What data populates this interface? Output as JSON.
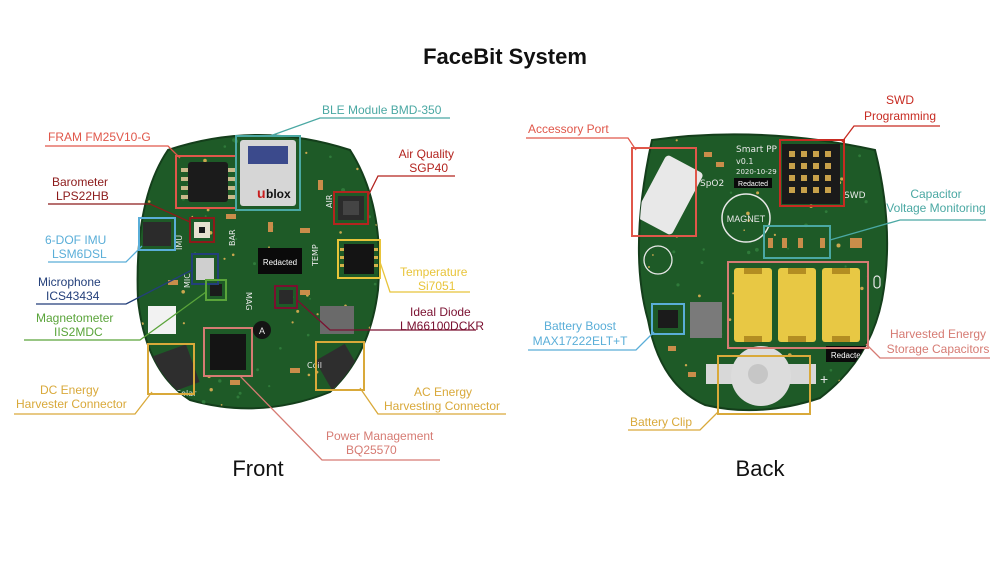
{
  "title": "FaceBit System",
  "front_label": "Front",
  "back_label": "Back",
  "front_callouts": {
    "fram": [
      "FRAM FM25V10-G"
    ],
    "ble": [
      "BLE Module BMD-350"
    ],
    "air": [
      "Air Quality",
      "SGP40"
    ],
    "baro": [
      "Barometer",
      "LPS22HB"
    ],
    "imu": [
      "6-DOF IMU",
      "LSM6DSL"
    ],
    "temp": [
      "Temperature",
      "Si7051"
    ],
    "mic": [
      "Microphone",
      "ICS43434"
    ],
    "diode": [
      "Ideal Diode",
      "LM66100DCKR"
    ],
    "mag": [
      "Magnetometer",
      "IIS2MDC"
    ],
    "dc": [
      "DC Energy",
      "Harvester Connector"
    ],
    "ac": [
      "AC Energy",
      "Harvesting Connector"
    ],
    "pm": [
      "Power Management",
      "BQ25570"
    ]
  },
  "back_callouts": {
    "acc": [
      "Accessory Port"
    ],
    "swd": [
      "SWD",
      "Programming"
    ],
    "cap": [
      "Capacitor",
      "Voltage Monitoring"
    ],
    "boost": [
      "Battery Boost",
      "MAX17222ELT+T"
    ],
    "harv": [
      "Harvested Energy",
      "Storage Capacitors"
    ],
    "clip": [
      "Battery Clip"
    ]
  },
  "board_text": {
    "ublox_logo": "blox",
    "ublox_mark": "u",
    "redacted": "Redacted",
    "imu": "IMU",
    "bar": "BAR",
    "air": "AIR",
    "temp": "TEMP",
    "mic": "MIC",
    "mag": "MAG",
    "coil": "Coil",
    "solar": "Solar",
    "diode_a": "A",
    "smart_pp": "Smart PP",
    "version": "v0.1",
    "date": "2020-10-29",
    "spo2": "SpO2",
    "swd": "SWD",
    "magnet": "MAGNET",
    "plus": "+"
  },
  "colors": {
    "pcb": "#1e5a27",
    "pcb_edge": "#143e1b",
    "fram": "#e0574a",
    "ble": "#4aa8a3",
    "air": "#b3241f",
    "baro": "#8c1a1a",
    "imu": "#5aaed8",
    "temp": "#e8c43a",
    "mic": "#233f7a",
    "diode": "#7a1030",
    "mag": "#5aa43a",
    "dc": "#d9a93a",
    "ac": "#d9a93a",
    "pm": "#d67b73",
    "acc": "#e0574a",
    "swd": "#c72b22",
    "cap": "#4aa8a3",
    "boost": "#5aaed8",
    "harv": "#d67b73",
    "clip": "#d9a93a"
  }
}
